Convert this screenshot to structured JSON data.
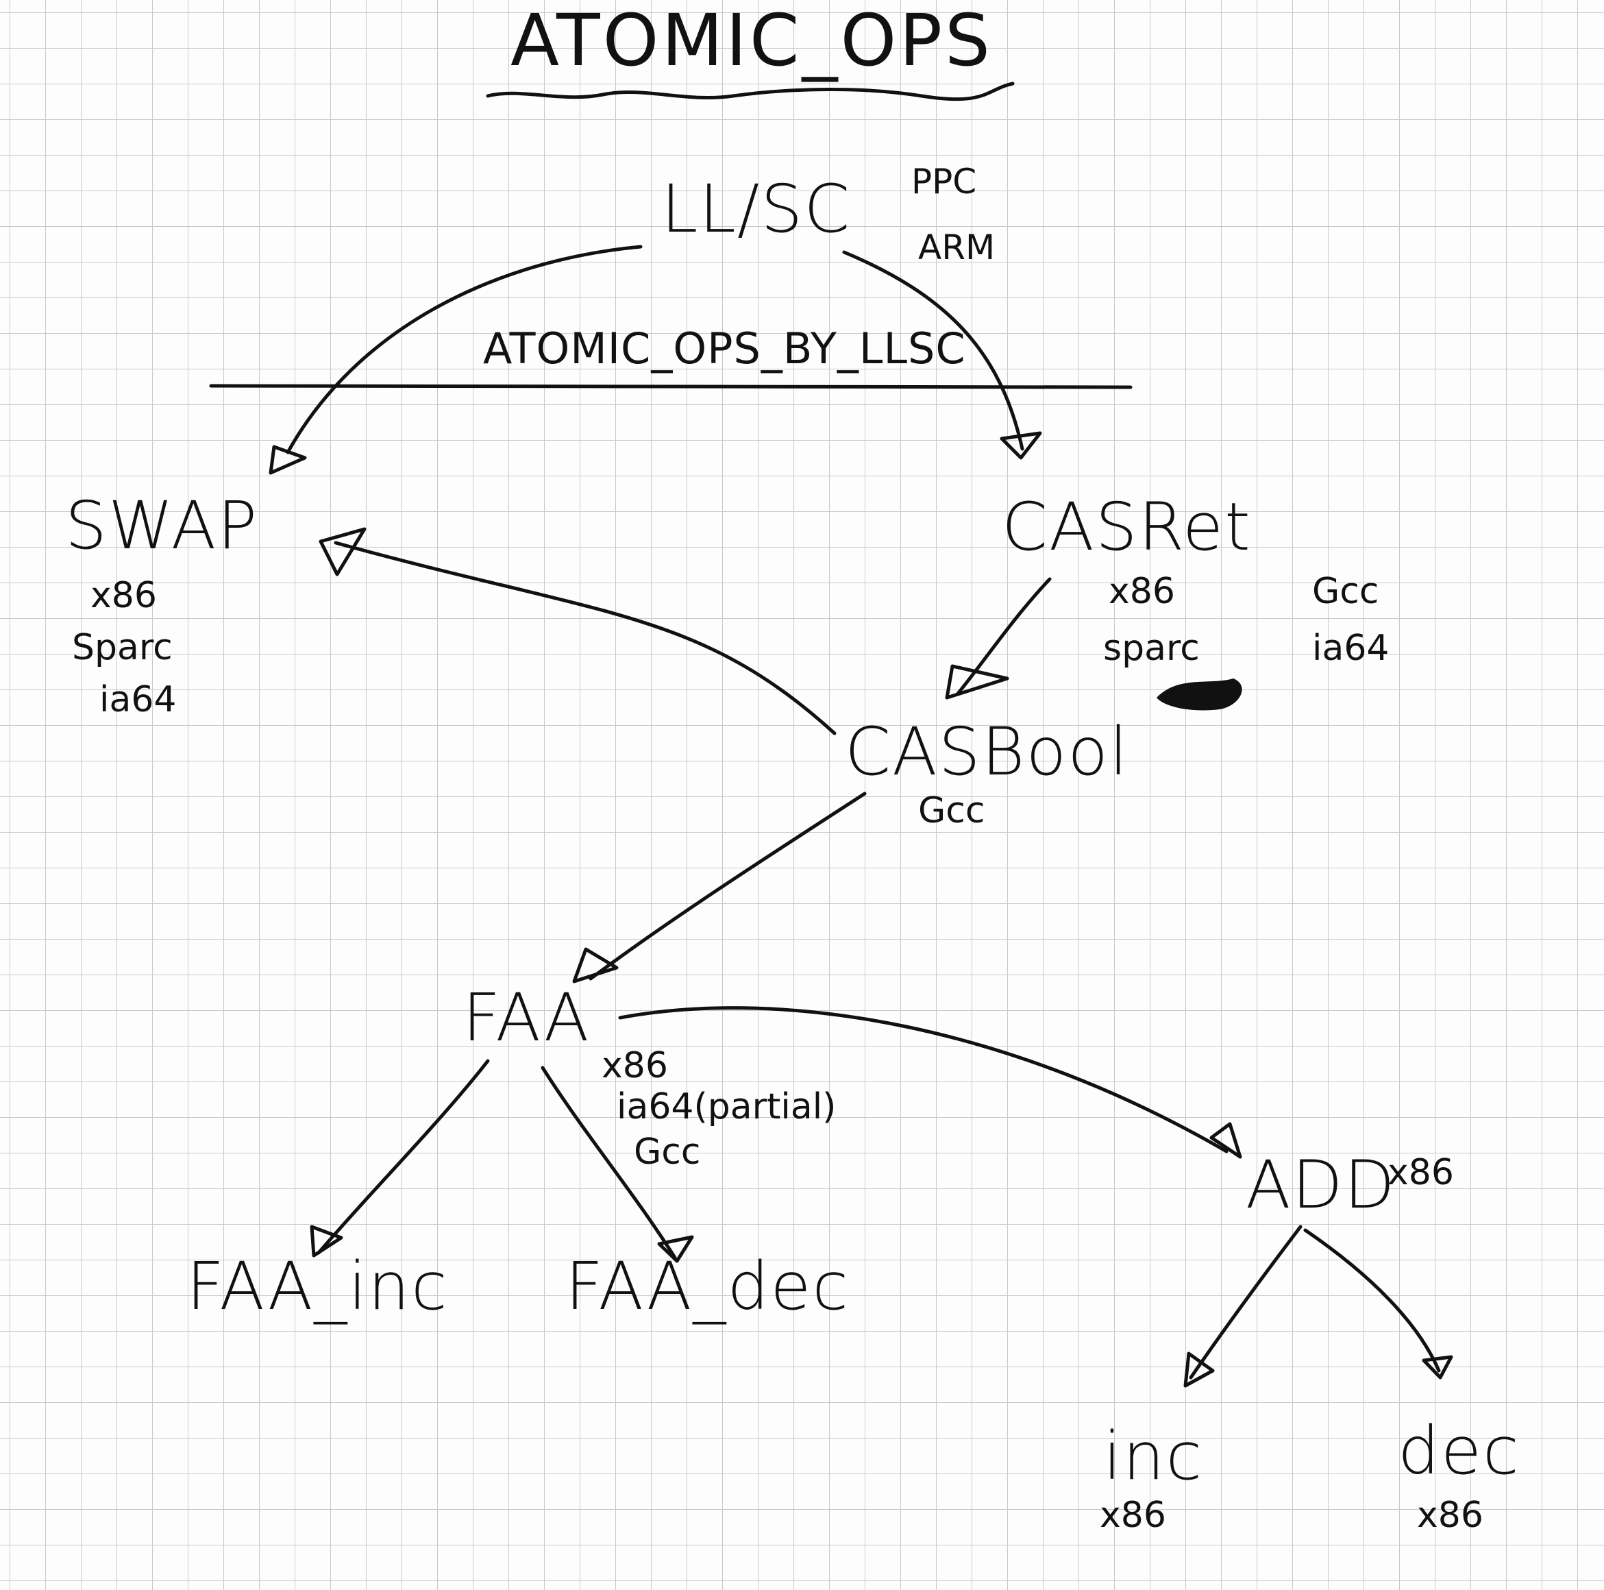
{
  "title": "ATOMIC_OPS",
  "boundary_label": "ATOMIC_OPS_BY_LLSC",
  "nodes": {
    "llsc": {
      "label": "LL/SC",
      "notes": [
        "PPC",
        "ARM"
      ]
    },
    "swap": {
      "label": "SWAP",
      "notes": [
        "x86",
        "Sparc",
        "ia64"
      ]
    },
    "casret": {
      "label": "CASRet",
      "notes": [
        "x86",
        "sparc"
      ],
      "notes_right": [
        "Gcc",
        "ia64"
      ]
    },
    "casbool": {
      "label": "CASBool",
      "notes": [
        "Gcc"
      ]
    },
    "faa": {
      "label": "FAA",
      "notes": [
        "x86",
        "ia64(partial)",
        "Gcc"
      ]
    },
    "add": {
      "label": "ADD",
      "notes": [
        "x86"
      ]
    },
    "faa_inc": {
      "label": "FAA_inc"
    },
    "faa_dec": {
      "label": "FAA_dec"
    },
    "inc": {
      "label": "inc",
      "notes": [
        "x86"
      ]
    },
    "dec": {
      "label": "dec",
      "notes": [
        "x86"
      ]
    }
  },
  "edges": [
    {
      "from": "LL/SC",
      "to": "SWAP"
    },
    {
      "from": "LL/SC",
      "to": "CASRet"
    },
    {
      "from": "CASRet",
      "to": "CASBool"
    },
    {
      "from": "CASBool",
      "to": "SWAP"
    },
    {
      "from": "CASBool",
      "to": "FAA"
    },
    {
      "from": "FAA",
      "to": "ADD"
    },
    {
      "from": "FAA",
      "to": "FAA_inc"
    },
    {
      "from": "FAA",
      "to": "FAA_dec"
    },
    {
      "from": "ADD",
      "to": "inc"
    },
    {
      "from": "ADD",
      "to": "dec"
    }
  ],
  "colors": {
    "ink": "#111111",
    "grid": "#c9c9c9",
    "paper": "#fdfdfd"
  }
}
